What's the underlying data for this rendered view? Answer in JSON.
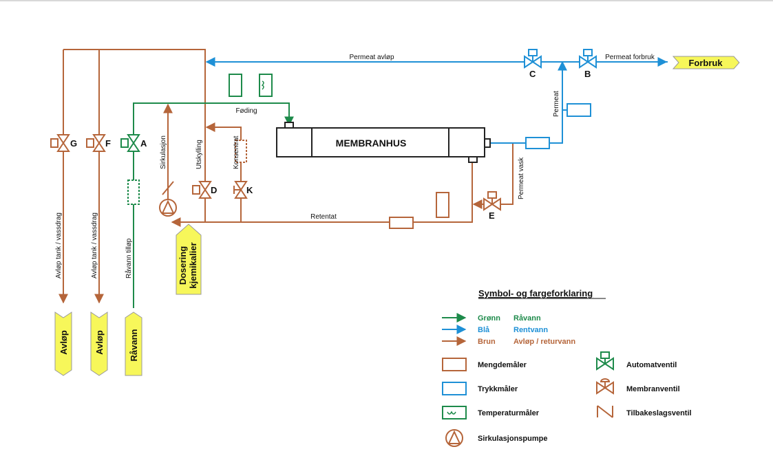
{
  "labels": {
    "permeat_avlop": "Permeat avløp",
    "permeat_forbruk": "Permeat forbruk",
    "permeat": "Permeat",
    "foding": "Føding",
    "membranhus": "MEMBRANHUS",
    "permeat_vask": "Permeat vask",
    "retentat": "Retentat",
    "sirkulasjon": "Sirkulasjon",
    "utskylling": "Utskylling",
    "konsentrat": "Konsentrat",
    "avlop_tank_1": "Avløp tank / vassdrag",
    "avlop_tank_2": "Avløp tank / vassdrag",
    "ravann_tillop": "Råvann tilløp"
  },
  "valves": {
    "a": "A",
    "b": "B",
    "c": "C",
    "d": "D",
    "e": "E",
    "f": "F",
    "g": "G",
    "k": "K"
  },
  "terminals": {
    "forbruk": "Forbruk",
    "avlop_1": "Avløp",
    "avlop_2": "Avløp",
    "ravann": "Råvann",
    "dosering_1": "Dosering",
    "dosering_2": "kjemikalier"
  },
  "legend": {
    "title": "Symbol- og fargeforklaring",
    "colors": [
      {
        "name": "Grønn",
        "meaning": "Råvann",
        "color": "#1d8a4a"
      },
      {
        "name": "Blå",
        "meaning": "Rentvann",
        "color": "#1e90d6"
      },
      {
        "name": "Brun",
        "meaning": "Avløp / returvann",
        "color": "#b5653a"
      }
    ],
    "mengdemaler": "Mengdemåler",
    "trykkmaler": "Trykkmåler",
    "temperaturmaler": "Temperaturmåler",
    "sirkulasjonspumpe": "Sirkulasjonspumpe",
    "automatventil": "Automatventil",
    "membranventil": "Membranventil",
    "tilbakeslagsventil": "Tilbakeslagsventil"
  },
  "colors": {
    "brown": "#b5653a",
    "blue": "#1e90d6",
    "green": "#1d8a4a",
    "terminal_fill": "#f7f75a"
  }
}
